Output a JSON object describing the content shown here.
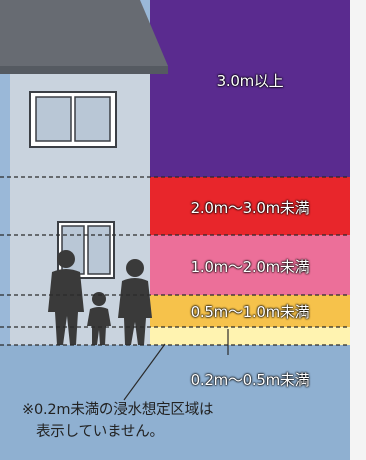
{
  "bands": [
    {
      "id": "band-3m-plus",
      "label": "3.0m以上",
      "color": "#5a2b8f"
    },
    {
      "id": "band-2-3m",
      "label": "2.0m～3.0m未満",
      "color": "#e8262b"
    },
    {
      "id": "band-1-2m",
      "label": "1.0m～2.0m未満",
      "color": "#ec6f99"
    },
    {
      "id": "band-05-1m",
      "label": "0.5m～1.0m未満",
      "color": "#f6c24b"
    },
    {
      "id": "band-02-05m",
      "label": "0.2m～0.5m未満",
      "color": "#fff3b0"
    }
  ],
  "note": {
    "line1": "※0.2m未満の浸水想定区域は",
    "line2": "表示していません。"
  },
  "colors": {
    "sky": "#9ab8d8",
    "house_wall": "#c9d3de",
    "roof": "#676b72",
    "silhouette": "#3a3a3a"
  }
}
